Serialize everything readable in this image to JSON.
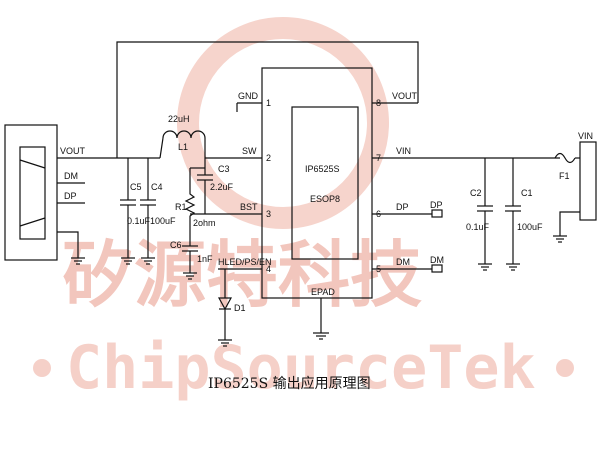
{
  "watermark": {
    "cn": "矽源特科技",
    "en": "ChipSourceTek",
    "color": "#f2c6bd"
  },
  "chip": {
    "name": "IP6525S",
    "package": "ESOP8",
    "epad": "EPAD",
    "pins": [
      {
        "num": "1",
        "name": "GND"
      },
      {
        "num": "2",
        "name": "SW"
      },
      {
        "num": "3",
        "name": "BST"
      },
      {
        "num": "4",
        "name": "HLED/PS/EN"
      },
      {
        "num": "8",
        "name": "VOUT"
      },
      {
        "num": "7",
        "name": "VIN"
      },
      {
        "num": "6",
        "name": "DP"
      },
      {
        "num": "5",
        "name": "DM"
      }
    ]
  },
  "components": {
    "inductor": {
      "ref": "L1",
      "value": "22uH"
    },
    "c3": {
      "ref": "C3",
      "value": "2.2uF"
    },
    "r1": {
      "ref": "R1",
      "value": "2ohm"
    },
    "c6": {
      "ref": "C6",
      "value": "1nF"
    },
    "c5": {
      "ref": "C5",
      "value": "0.1uF"
    },
    "c4": {
      "ref": "C4",
      "value": "100uF"
    },
    "c2": {
      "ref": "C2",
      "value": "0.1uF"
    },
    "c1": {
      "ref": "C1",
      "value": "100uF"
    },
    "d1": {
      "ref": "D1"
    },
    "f1": {
      "ref": "F1"
    }
  },
  "nets": {
    "vout": "VOUT",
    "dm_left": "DM",
    "dp_left": "DP",
    "vin_in": "VIN",
    "vin_pin": "VIN",
    "dp_right": "DP",
    "dm_right": "DM",
    "dp_port": "DP",
    "dm_port": "DM"
  },
  "caption": "IP6525S  输出应用原理图"
}
